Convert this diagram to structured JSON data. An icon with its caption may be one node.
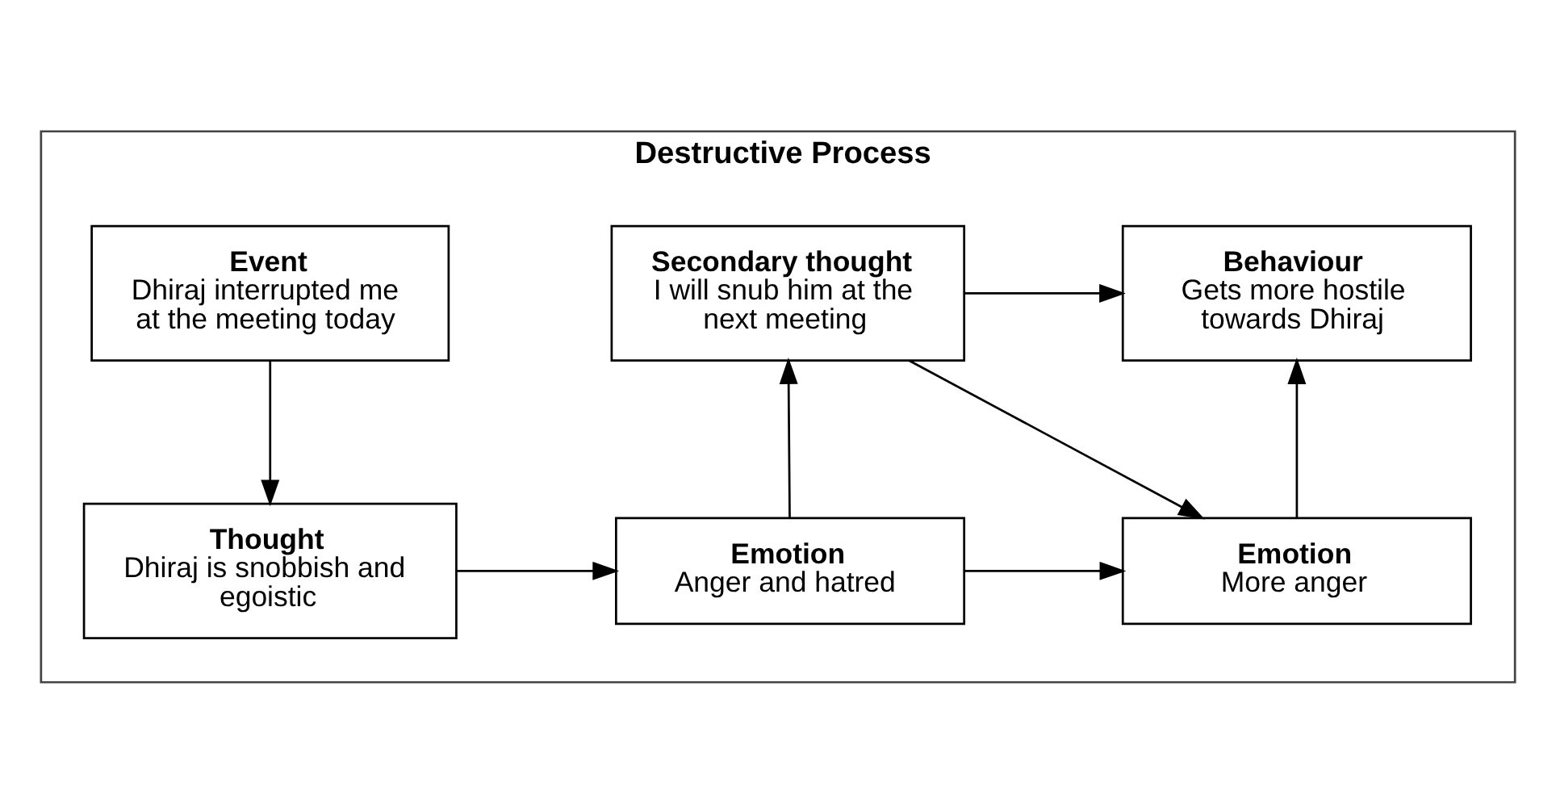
{
  "diagram": {
    "nodes": [
      {
        "text": [
          "Destructive Process"
        ]
      },
      {
        "text": [
          "Event",
          "Dhiraj interrupted me at the meeting today"
        ],
        "in": 0
      },
      {
        "text": [
          "Thought",
          "Dhiraj is snobbish and egoistic"
        ],
        "in": 0
      },
      {
        "text": [
          "Emotion",
          "Anger and hatred"
        ],
        "in": 0
      },
      {
        "text": [
          "Secondary thought",
          "I will snub him at the next meeting"
        ],
        "in": 0
      },
      {
        "text": [
          "Behaviour",
          "Gets more hostile towards Dhiraj"
        ],
        "in": 0
      },
      {
        "text": [
          "Emotion",
          "More anger"
        ],
        "in": 0
      }
    ],
    "edges": [
      {
        "from": 1,
        "to": 2,
        "arrow": "to"
      },
      {
        "from": 2,
        "to": 3,
        "arrow": "to"
      },
      {
        "from": 3,
        "to": 4,
        "arrow": "to"
      },
      {
        "from": 4,
        "to": 5,
        "arrow": "to"
      },
      {
        "from": 4,
        "to": 6,
        "arrow": "to"
      },
      {
        "from": 3,
        "to": 6,
        "arrow": "to"
      },
      {
        "from": 6,
        "to": 5,
        "arrow": "to"
      }
    ]
  }
}
